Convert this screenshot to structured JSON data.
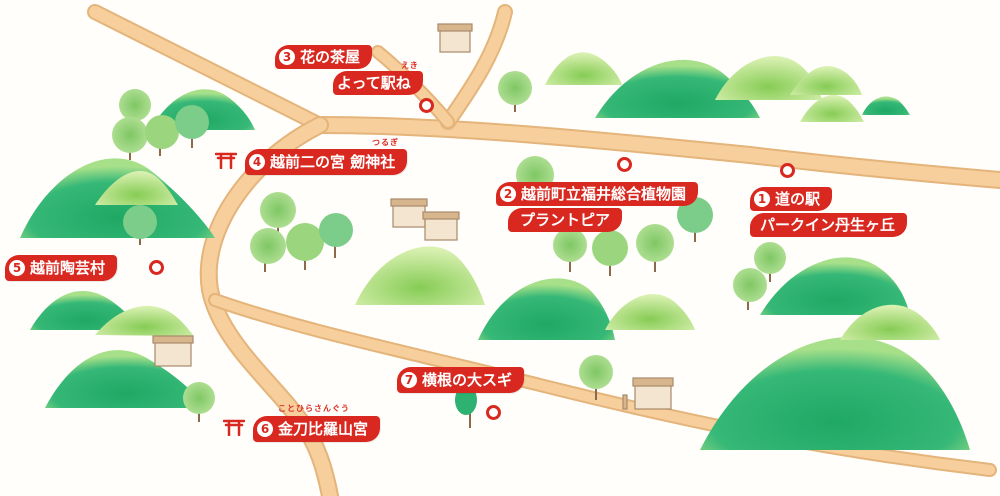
{
  "map": {
    "colors": {
      "road": "#f6cf9c",
      "road_edge": "#e4b47a",
      "mountain": "#2eb271",
      "mountain_light": "#94d66a",
      "label_bg": "#d8281f",
      "label_text": "#ffffff"
    }
  },
  "spots": [
    {
      "num": "1",
      "lines": [
        "道の駅",
        "パークイン丹生ヶ丘"
      ]
    },
    {
      "num": "2",
      "lines": [
        "越前町立福井総合植物園",
        "プラントピア"
      ]
    },
    {
      "num": "3",
      "lines": [
        "花の茶屋",
        "よって駅ね"
      ],
      "ruby": "えき"
    },
    {
      "num": "4",
      "lines": [
        "越前二の宮 劒神社"
      ],
      "ruby": "つるぎ",
      "icon": "torii-icon"
    },
    {
      "num": "5",
      "lines": [
        "越前陶芸村"
      ]
    },
    {
      "num": "6",
      "lines": [
        "金刀比羅山宮"
      ],
      "ruby": "ことひらさんぐう",
      "icon": "torii-icon"
    },
    {
      "num": "7",
      "lines": [
        "横根の大スギ"
      ]
    }
  ]
}
